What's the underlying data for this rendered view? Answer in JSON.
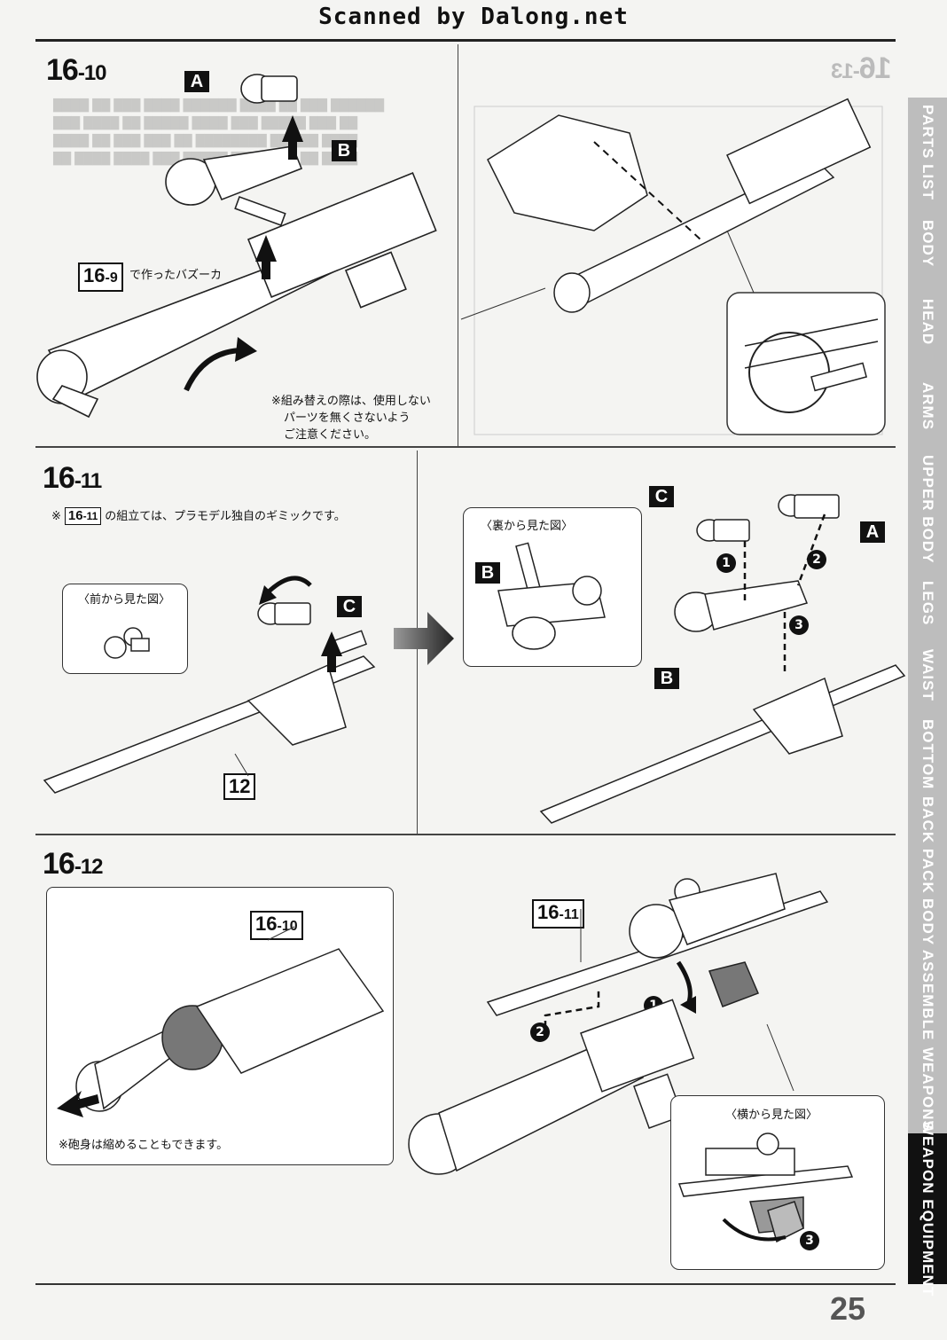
{
  "header": {
    "scan_credit": "Scanned by Dalong.net"
  },
  "sections": {
    "s10": {
      "step": "16",
      "sub": "-10",
      "ref_label_num": "16",
      "ref_label_sub": "-9",
      "ref_caption": "で作ったバズーカ",
      "caution": "※組み替えの際は、使用しないパーツを無くさないようご注意ください。",
      "caution_lines": [
        "※組み替えの際は、使用しない",
        "パーツを無くさないよう",
        "ご注意ください。"
      ],
      "parts": [
        "A",
        "B"
      ]
    },
    "s11": {
      "step": "16",
      "sub": "-11",
      "note_prefix": "※",
      "note_ref_num": "16",
      "note_ref_sub": "-11",
      "note_text": "の組立ては、プラモデル独自のギミックです。",
      "front_view": "〈前から見た図〉",
      "back_view": "〈裏から見た図〉",
      "part_number": "12",
      "parts_left": [
        "C"
      ],
      "parts_right": [
        "C",
        "A",
        "B",
        "B"
      ],
      "order_marks": [
        "1",
        "2",
        "3"
      ]
    },
    "s12": {
      "step": "16",
      "sub": "-12",
      "ref1_num": "16",
      "ref1_sub": "-10",
      "ref2_num": "16",
      "ref2_sub": "-11",
      "barrel_note": "※砲身は縮めることもできます。",
      "side_view": "〈横から見た図〉",
      "order_marks": [
        "1",
        "2",
        "3"
      ]
    },
    "s13_ghost": {
      "step": "16",
      "sub": "-13"
    }
  },
  "sidebar": {
    "tabs": [
      "PARTS LIST",
      "BODY",
      "HEAD",
      "ARMS",
      "UPPER BODY",
      "LEGS",
      "WAIST",
      "BOTTOM",
      "BACK PACK",
      "BODY ASSEMBLE",
      "WEAPONS",
      "WEAPON EQUIPMENT"
    ],
    "active_index": 11
  },
  "footer": {
    "page_number": "25"
  },
  "colors": {
    "ink": "#111111",
    "paper": "#f4f4f2",
    "tab_inactive": "#bdbdbd",
    "tab_active": "#111111"
  }
}
